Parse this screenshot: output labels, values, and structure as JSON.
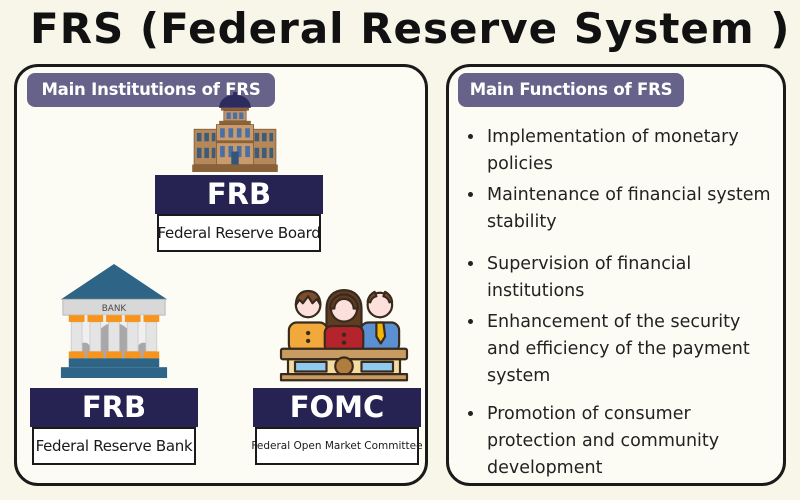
{
  "title": "FRS (Federal Reserve System )",
  "left_panel": {
    "header": "Main Institutions of FRS",
    "bank_sign": "BANK",
    "nodes": [
      {
        "abbr": "FRB",
        "full": "Federal Reserve Board",
        "icon": "government-building-icon"
      },
      {
        "abbr": "FRB",
        "full": "Federal Reserve Bank",
        "icon": "bank-icon"
      },
      {
        "abbr": "FOMC",
        "full": "Federal Open Market Committee",
        "icon": "committee-icon"
      }
    ]
  },
  "right_panel": {
    "header": "Main Functions of FRS",
    "bullets": [
      "Implementation of monetary policies",
      "Maintenance of financial system stability",
      "Supervision of financial institutions",
      "Enhancement of the security and efficiency of the payment system",
      "Promotion of consumer protection and community development"
    ]
  },
  "colors": {
    "page_bg": "#F7F6E9",
    "panel_bg": "#FCFCF5",
    "outline": "#1A1A1A",
    "badge_bg": "#676289",
    "navy_box": "#262251",
    "bank_blue": "#2E6485",
    "accent_orange": "#F7941D",
    "desk_tan": "#C89B62",
    "desk_panel_blue": "#8FCBEE",
    "shirt_yellow": "#F2A93B",
    "shirt_red": "#B5242C",
    "shirt_blue": "#5A8FD2"
  }
}
